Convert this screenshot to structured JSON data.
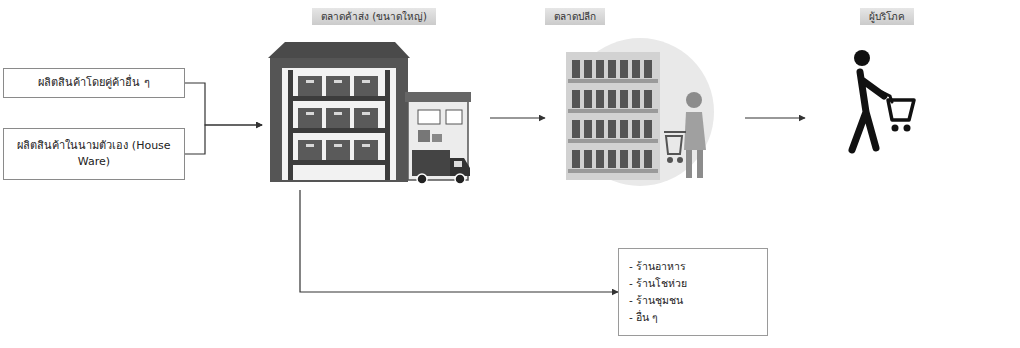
{
  "diagram": {
    "nodes": [
      {
        "text": [
          "ผลิตสินค้าโดยคู่ค้าอื่น ๆ"
        ]
      },
      {
        "text": [
          "ผลิตสินค้าในนามตัวเอง (House Ware)"
        ]
      },
      {
        "text": [
          "ตลาดค้าส่ง (ขนาดใหญ่)"
        ]
      },
      {
        "text": [
          "ตลาดปลีก"
        ]
      },
      {
        "text": [
          "ผู้บริโภค"
        ]
      },
      {
        "text": [
          "- ร้านอาหาร",
          "- ร้านโชห่วย",
          "- ร้านชุมชน",
          "- อื่น ๆ"
        ]
      }
    ],
    "edges": [
      {
        "from": 0,
        "to": 2,
        "arrow": "to"
      },
      {
        "from": 1,
        "to": 2,
        "arrow": "to"
      },
      {
        "from": 2,
        "to": 3,
        "arrow": "to"
      },
      {
        "from": 3,
        "to": 4,
        "arrow": "to"
      },
      {
        "from": 2,
        "to": 5,
        "arrow": "to"
      }
    ]
  }
}
